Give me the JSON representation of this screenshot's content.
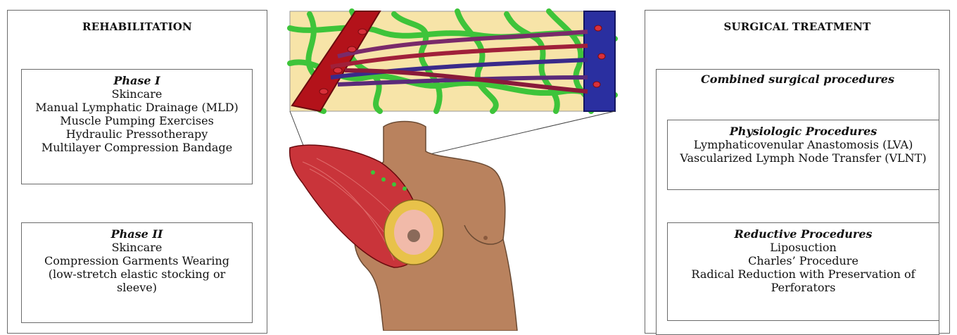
{
  "rehabilitation": {
    "title": "REHABILITATION",
    "phase1": {
      "heading": "Phase I",
      "items": [
        "Skincare",
        "Manual Lymphatic Drainage (MLD)",
        "Muscle Pumping Exercises",
        "Hydraulic Pressotherapy",
        "Multilayer Compression Bandage"
      ]
    },
    "phase2": {
      "heading": "Phase II",
      "items": [
        "Skincare",
        "Compression Garments Wearing",
        "(low-stretch elastic stocking or",
        "sleeve)"
      ]
    }
  },
  "surgical": {
    "title": "SURGICAL TREATMENT",
    "combined": {
      "heading": "Combined surgical procedures"
    },
    "physiologic": {
      "heading": "Physiologic Procedures",
      "items": [
        "Lymphaticovenular Anastomosis (LVA)",
        "Vascularized Lymph Node Transfer (VLNT)"
      ]
    },
    "reductive": {
      "heading": "Reductive Procedures",
      "items": [
        "Liposuction",
        "Charles’ Procedure",
        "Radical Reduction with Preservation of",
        "Perforators"
      ]
    }
  },
  "colors": {
    "artery": "#b3121a",
    "vein": "#2a2fa0",
    "lymph": "#3ec43a",
    "tissue": "#f7e4a8",
    "skin": "#b9825e",
    "muscle": "#c9343a"
  }
}
